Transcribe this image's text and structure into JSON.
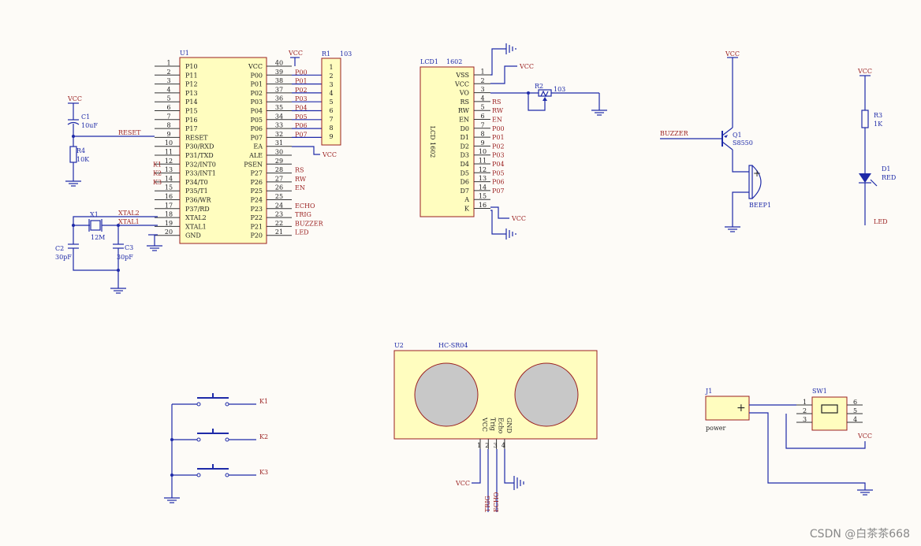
{
  "mcu": {
    "ref": "U1",
    "left_pins": [
      {
        "num": "1",
        "name": "P10",
        "ext": ""
      },
      {
        "num": "2",
        "name": "P11",
        "ext": ""
      },
      {
        "num": "3",
        "name": "P12",
        "ext": ""
      },
      {
        "num": "4",
        "name": "P13",
        "ext": ""
      },
      {
        "num": "5",
        "name": "P14",
        "ext": ""
      },
      {
        "num": "6",
        "name": "P15",
        "ext": ""
      },
      {
        "num": "7",
        "name": "P16",
        "ext": ""
      },
      {
        "num": "8",
        "name": "P17",
        "ext": ""
      },
      {
        "num": "9",
        "name": "RESET",
        "ext": "RESET"
      },
      {
        "num": "10",
        "name": "P30/RXD",
        "ext": ""
      },
      {
        "num": "11",
        "name": "P31/TXD",
        "ext": ""
      },
      {
        "num": "12",
        "name": "P32/INT0",
        "ext": "K1"
      },
      {
        "num": "13",
        "name": "P33/INT1",
        "ext": "K2"
      },
      {
        "num": "14",
        "name": "P34/T0",
        "ext": "K3"
      },
      {
        "num": "15",
        "name": "P35/T1",
        "ext": ""
      },
      {
        "num": "16",
        "name": "P36/WR",
        "ext": ""
      },
      {
        "num": "17",
        "name": "P37/RD",
        "ext": ""
      },
      {
        "num": "18",
        "name": "XTAL2",
        "ext": "XTAL2"
      },
      {
        "num": "19",
        "name": "XTAL1",
        "ext": "XTAL1"
      },
      {
        "num": "20",
        "name": "GND",
        "ext": ""
      }
    ],
    "right_pins": [
      {
        "num": "40",
        "name": "VCC",
        "ext": ""
      },
      {
        "num": "39",
        "name": "P00",
        "ext": "P00"
      },
      {
        "num": "38",
        "name": "P01",
        "ext": "P01"
      },
      {
        "num": "37",
        "name": "P02",
        "ext": "P02"
      },
      {
        "num": "36",
        "name": "P03",
        "ext": "P03"
      },
      {
        "num": "35",
        "name": "P04",
        "ext": "P04"
      },
      {
        "num": "34",
        "name": "P05",
        "ext": "P05"
      },
      {
        "num": "33",
        "name": "P06",
        "ext": "P06"
      },
      {
        "num": "32",
        "name": "P07",
        "ext": "P07"
      },
      {
        "num": "31",
        "name": "EA",
        "ext": ""
      },
      {
        "num": "30",
        "name": "ALE",
        "ext": ""
      },
      {
        "num": "29",
        "name": "PSEN",
        "ext": ""
      },
      {
        "num": "28",
        "name": "P27",
        "ext": "RS"
      },
      {
        "num": "27",
        "name": "P26",
        "ext": "RW"
      },
      {
        "num": "26",
        "name": "P25",
        "ext": "EN"
      },
      {
        "num": "25",
        "name": "P24",
        "ext": ""
      },
      {
        "num": "24",
        "name": "P23",
        "ext": "ECHO"
      },
      {
        "num": "23",
        "name": "P22",
        "ext": "TRIG"
      },
      {
        "num": "22",
        "name": "P21",
        "ext": "BUZZER"
      },
      {
        "num": "21",
        "name": "P20",
        "ext": "LED"
      }
    ]
  },
  "vcc": "VCC",
  "resnet": {
    "ref": "R1",
    "value": "103",
    "pins": [
      "1",
      "2",
      "3",
      "4",
      "5",
      "6",
      "7",
      "8",
      "9"
    ]
  },
  "reset_circuit": {
    "c1_ref": "C1",
    "c1_value": "10uF",
    "r4_ref": "R4",
    "r4_value": "10K"
  },
  "crystal": {
    "ref": "X1",
    "value": "12M",
    "c2_ref": "C2",
    "c2_value": "30pF",
    "c3_ref": "C3",
    "c3_value": "30pF"
  },
  "lcd": {
    "ref": "LCD1",
    "part": "1602",
    "body_label": "LCD 1602",
    "pins": [
      {
        "num": "1",
        "name": "VSS",
        "ext": ""
      },
      {
        "num": "2",
        "name": "VCC",
        "ext": ""
      },
      {
        "num": "3",
        "name": "VO",
        "ext": ""
      },
      {
        "num": "4",
        "name": "RS",
        "ext": "RS"
      },
      {
        "num": "5",
        "name": "RW",
        "ext": "RW"
      },
      {
        "num": "6",
        "name": "EN",
        "ext": "EN"
      },
      {
        "num": "7",
        "name": "D0",
        "ext": "P00"
      },
      {
        "num": "8",
        "name": "D1",
        "ext": "P01"
      },
      {
        "num": "9",
        "name": "D2",
        "ext": "P02"
      },
      {
        "num": "10",
        "name": "D3",
        "ext": "P03"
      },
      {
        "num": "11",
        "name": "D4",
        "ext": "P04"
      },
      {
        "num": "12",
        "name": "D5",
        "ext": "P05"
      },
      {
        "num": "13",
        "name": "D6",
        "ext": "P06"
      },
      {
        "num": "14",
        "name": "D7",
        "ext": "P07"
      },
      {
        "num": "15",
        "name": "A",
        "ext": ""
      },
      {
        "num": "16",
        "name": "K",
        "ext": ""
      }
    ],
    "pot_ref": "R2",
    "pot_value": "103"
  },
  "buzzer": {
    "net": "BUZZER",
    "q_ref": "Q1",
    "q_part": "S8550",
    "beep_ref": "BEEP1"
  },
  "led": {
    "r_ref": "R3",
    "r_value": "1K",
    "d_ref": "D1",
    "d_color": "RED",
    "net": "LED"
  },
  "keys": [
    "K1",
    "K2",
    "K3"
  ],
  "ultrasonic": {
    "ref": "U2",
    "part": "HC-SR04",
    "pins": [
      "VCC",
      "Trig",
      "Echo",
      "GND"
    ],
    "pin_nums": [
      "1",
      "2",
      "3",
      "4"
    ],
    "nets": [
      "TRIG",
      "ECHO"
    ]
  },
  "power": {
    "j_ref": "J1",
    "j_label": "power",
    "sw_ref": "SW1",
    "sw_left": [
      "1",
      "2",
      "3"
    ],
    "sw_right": [
      "6",
      "5",
      "4"
    ]
  },
  "watermark": "CSDN @白茶茶668"
}
